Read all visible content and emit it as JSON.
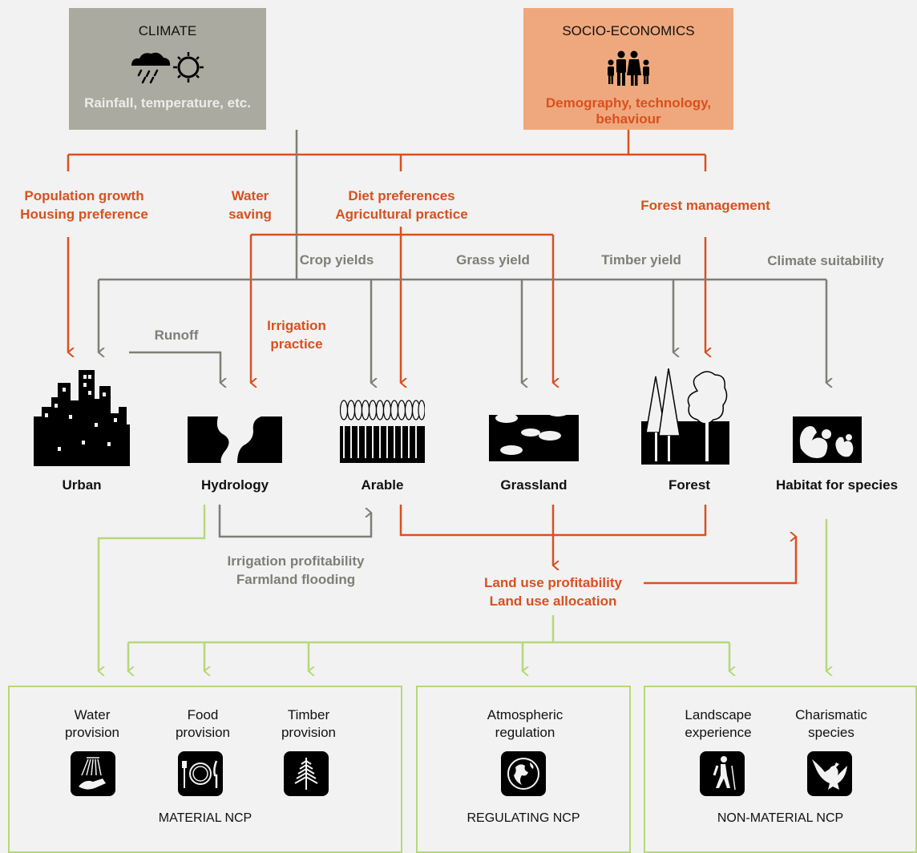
{
  "drivers": {
    "climate": {
      "title": "CLIMATE",
      "subtitle": "Rainfall, temperature, etc.",
      "icon": "weather-icon"
    },
    "socio": {
      "title": "SOCIO-ECONOMICS",
      "subtitle": "Demography, technology, behaviour",
      "icon": "people-icon"
    }
  },
  "socio_labels": {
    "population": [
      "Population growth",
      "Housing preference"
    ],
    "water_saving": [
      "Water",
      "saving"
    ],
    "diet": [
      "Diet preferences",
      "Agricultural practice"
    ],
    "forest_management": "Forest management",
    "irrigation_practice": [
      "Irrigation",
      "practice"
    ]
  },
  "climate_labels": {
    "crop_yields": "Crop yields",
    "grass_yield": "Grass yield",
    "timber_yield": "Timber yield",
    "climate_suitability": "Climate suitability",
    "runoff": "Runoff"
  },
  "sectors": [
    {
      "label": "Urban",
      "icon": "urban-icon"
    },
    {
      "label": "Hydrology",
      "icon": "hydrology-icon"
    },
    {
      "label": "Arable",
      "icon": "arable-icon"
    },
    {
      "label": "Grassland",
      "icon": "grassland-icon"
    },
    {
      "label": "Forest",
      "icon": "forest-icon"
    },
    {
      "label": "Habitat for species",
      "icon": "squirrel-icon"
    }
  ],
  "feedback_labels": {
    "irrigation": [
      "Irrigation profitability",
      "Farmland flooding"
    ],
    "land_use": [
      "Land use profitability",
      "Land use allocation"
    ]
  },
  "ncp_groups": [
    {
      "title": "MATERIAL NCP",
      "items": [
        {
          "label": [
            "Water",
            "provision"
          ],
          "icon": "shower-icon"
        },
        {
          "label": [
            "Food",
            "provision"
          ],
          "icon": "plate-icon"
        },
        {
          "label": [
            "Timber",
            "provision"
          ],
          "icon": "tree-icon"
        }
      ]
    },
    {
      "title": "REGULATING NCP",
      "items": [
        {
          "label": [
            "Atmospheric",
            "regulation"
          ],
          "icon": "globe-icon"
        }
      ]
    },
    {
      "title": "NON-MATERIAL NCP",
      "items": [
        {
          "label": [
            "Landscape",
            "experience"
          ],
          "icon": "hiker-icon"
        },
        {
          "label": [
            "Charismatic",
            "species"
          ],
          "icon": "eagle-icon"
        }
      ]
    }
  ],
  "colors": {
    "climate_box": "#abaaa0",
    "socio_box": "#efa87d",
    "orange": "#d9501f",
    "grey": "#7d7f76",
    "green": "#b7d77a",
    "background": "#f2f2f2"
  }
}
